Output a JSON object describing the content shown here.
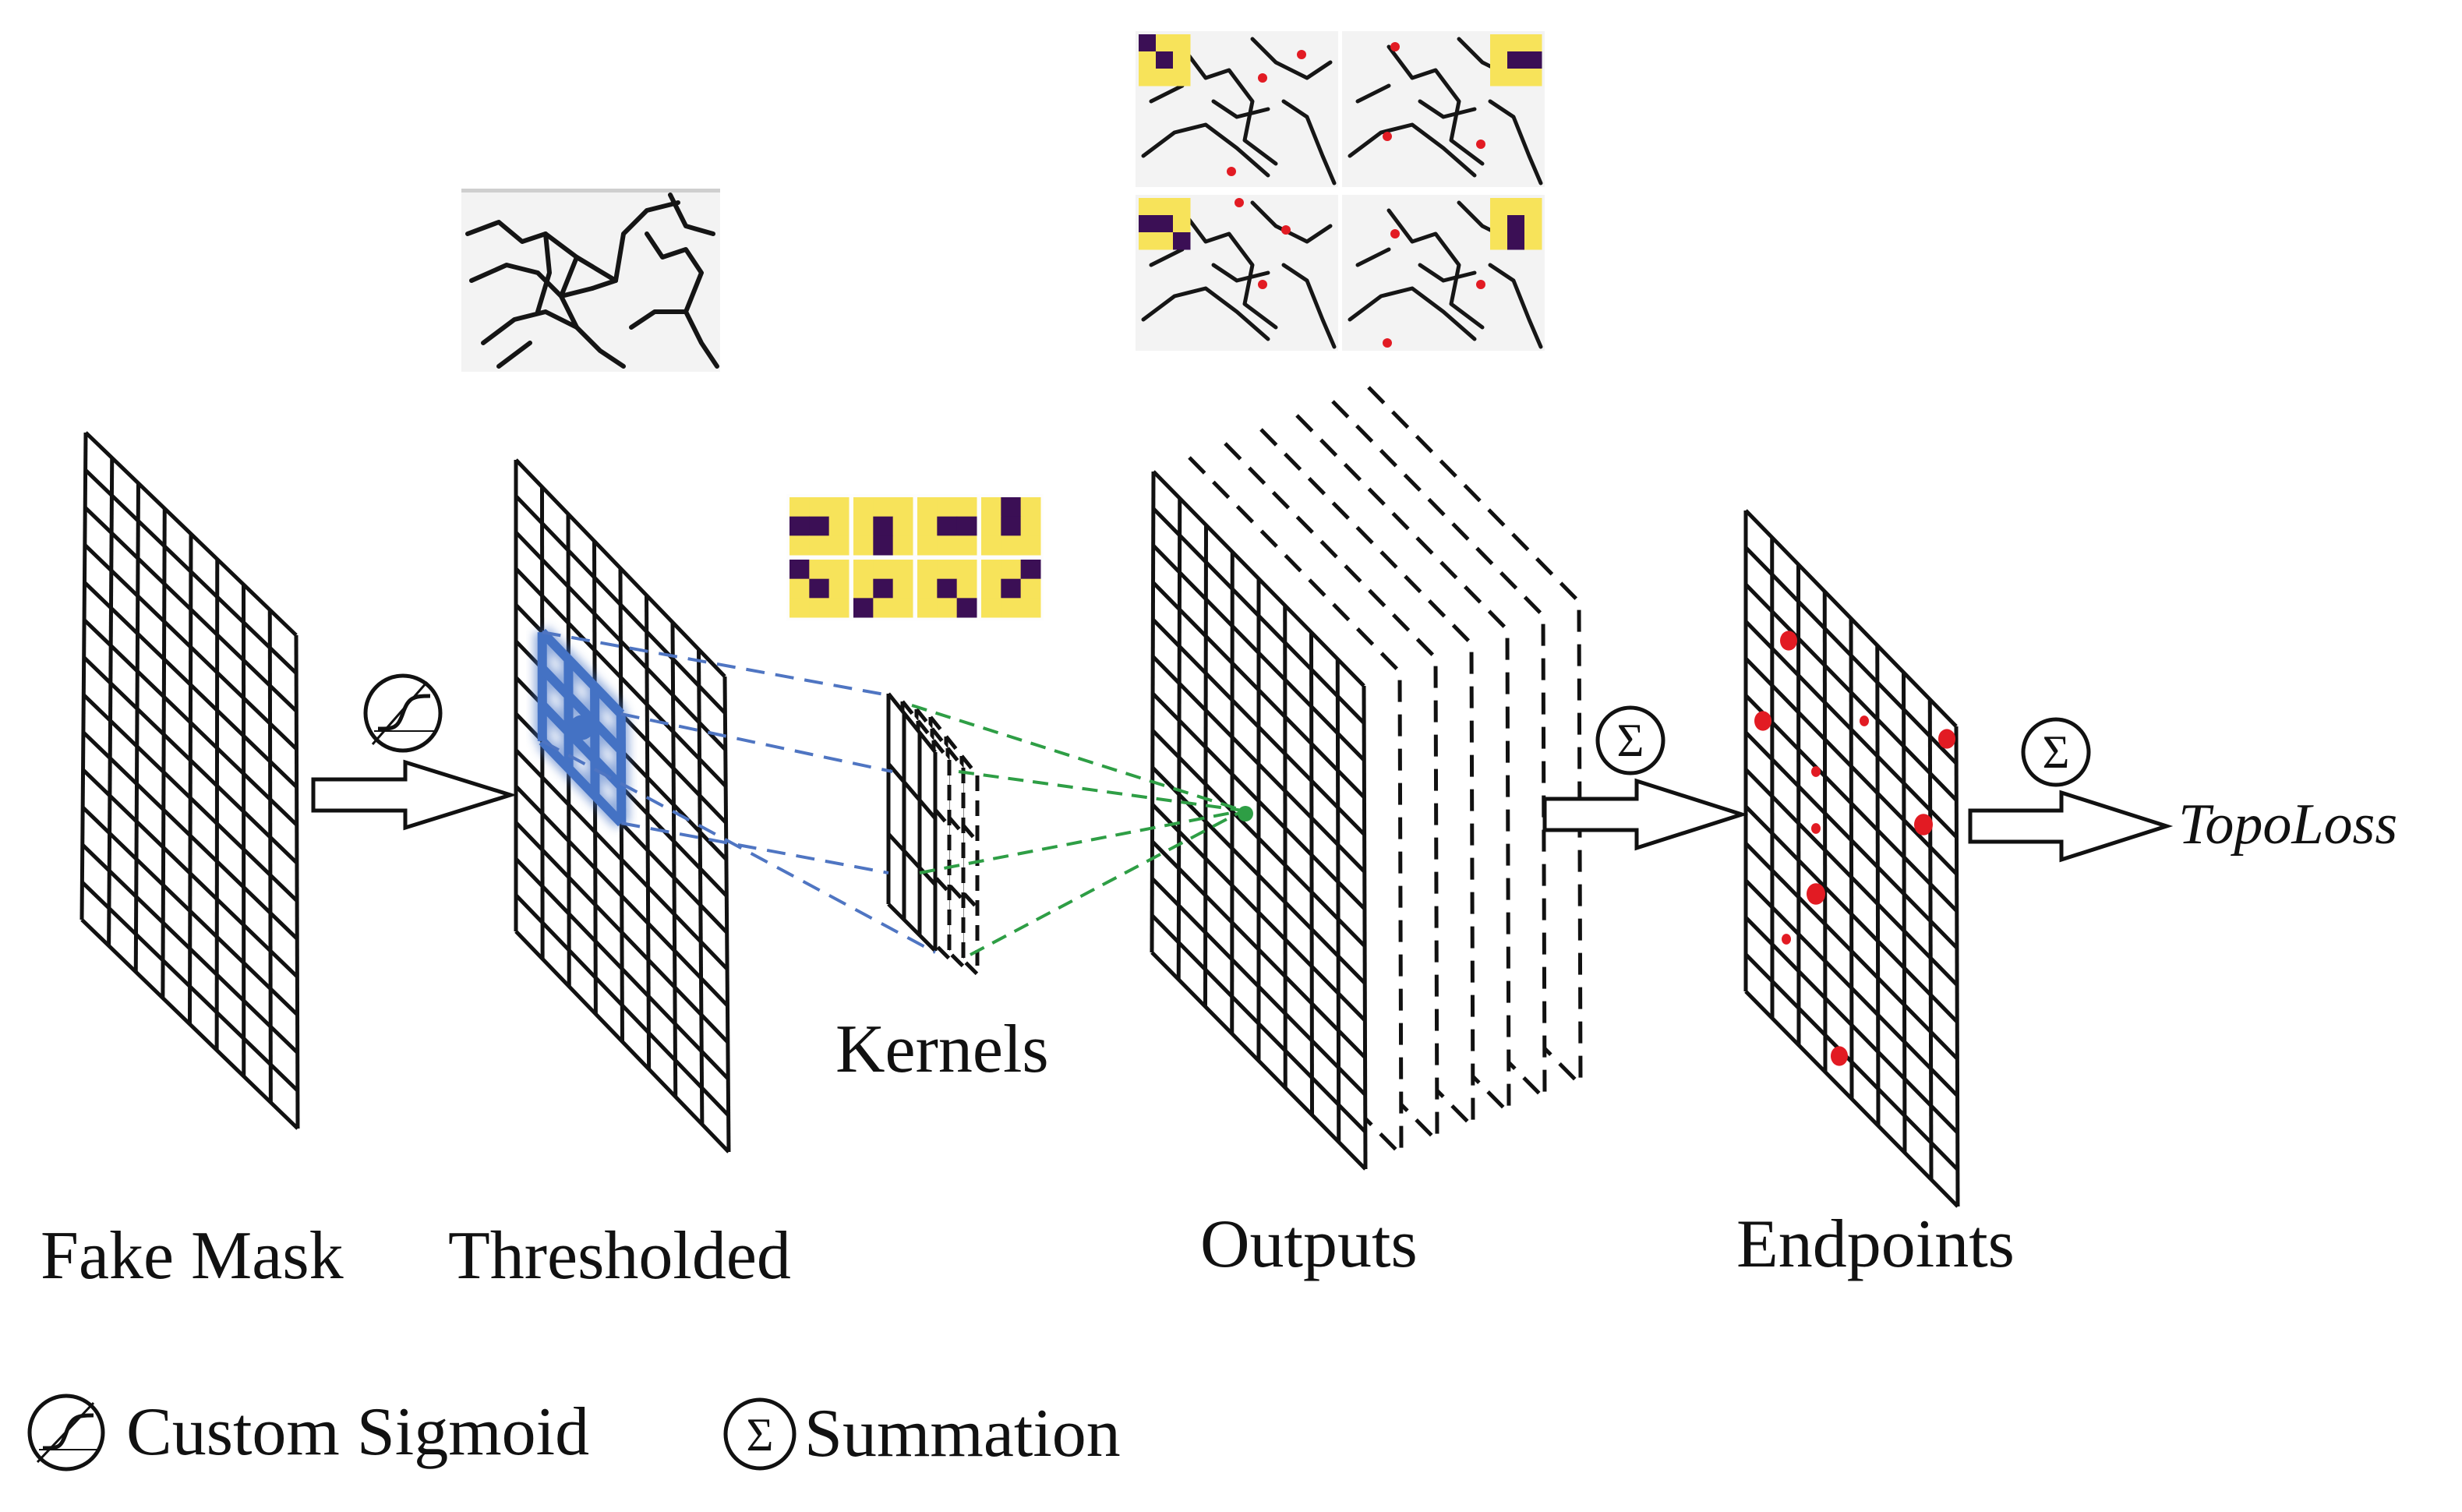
{
  "labels": {
    "fake_mask": "Fake Mask",
    "thresholded": "Thresholded",
    "kernels": "Kernels",
    "outputs": "Outputs",
    "endpoints": "Endpoints",
    "topoloss": "TopoLoss"
  },
  "legend": {
    "sigmoid_label": "Custom Sigmoid",
    "summation_label": "Summation",
    "summation_symbol": "Σ"
  },
  "operators": {
    "sum_symbol_1": "Σ",
    "sum_symbol_2": "Σ"
  },
  "colors": {
    "grid": "#111111",
    "highlight_blue": "#4472c4",
    "connector_blue": "#4f75c2",
    "connector_green": "#2e9e45",
    "endpoint_red": "#e21b23",
    "kernel_yellow": "#f7e35a",
    "kernel_purple": "#3b0f55"
  },
  "kernel_patterns": [
    [
      [
        0,
        0,
        0
      ],
      [
        1,
        1,
        0
      ],
      [
        0,
        0,
        0
      ]
    ],
    [
      [
        0,
        0,
        0
      ],
      [
        0,
        1,
        0
      ],
      [
        0,
        1,
        0
      ]
    ],
    [
      [
        0,
        0,
        0
      ],
      [
        0,
        1,
        1
      ],
      [
        0,
        0,
        0
      ]
    ],
    [
      [
        0,
        1,
        0
      ],
      [
        0,
        1,
        0
      ],
      [
        0,
        0,
        0
      ]
    ],
    [
      [
        1,
        0,
        0
      ],
      [
        0,
        1,
        0
      ],
      [
        0,
        0,
        0
      ]
    ],
    [
      [
        0,
        0,
        0
      ],
      [
        0,
        1,
        0
      ],
      [
        1,
        0,
        0
      ]
    ],
    [
      [
        0,
        0,
        0
      ],
      [
        0,
        1,
        0
      ],
      [
        0,
        0,
        1
      ]
    ],
    [
      [
        0,
        0,
        1
      ],
      [
        0,
        1,
        0
      ],
      [
        0,
        0,
        0
      ]
    ]
  ]
}
